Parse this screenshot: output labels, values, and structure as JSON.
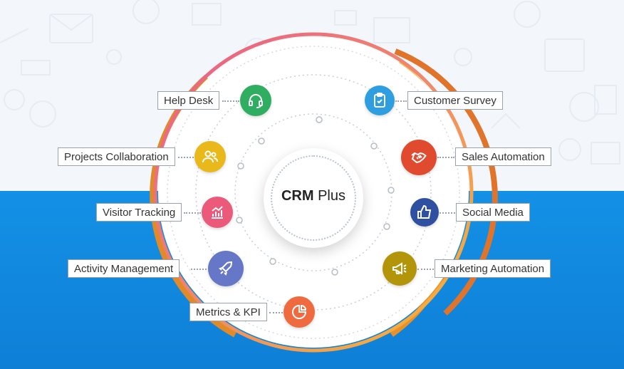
{
  "center": {
    "bold": "CRM",
    "rest": " Plus"
  },
  "nodes": {
    "help_desk": {
      "label": "Help Desk",
      "color": "#2fae62",
      "icon": "headset-icon"
    },
    "projects_collaboration": {
      "label": "Projects Collaboration",
      "color": "#e9b81a",
      "icon": "users-icon"
    },
    "visitor_tracking": {
      "label": "Visitor Tracking",
      "color": "#eb5a7a",
      "icon": "chart-icon"
    },
    "activity_management": {
      "label": "Activity Management",
      "color": "#6677c8",
      "icon": "rocket-icon"
    },
    "metrics_kpi": {
      "label": "Metrics & KPI",
      "color": "#ef6a3f",
      "icon": "pie-icon"
    },
    "customer_survey": {
      "label": "Customer Survey",
      "color": "#2f9ee0",
      "icon": "clipboard-icon"
    },
    "sales_automation": {
      "label": "Sales Automation",
      "color": "#e04b2f",
      "icon": "handshake-icon"
    },
    "social_media": {
      "label": "Social Media",
      "color": "#2f4fa0",
      "icon": "thumbs-up-icon"
    },
    "marketing_automation": {
      "label": "Marketing Automation",
      "color": "#b3950a",
      "icon": "megaphone-icon"
    }
  },
  "colors": {
    "bg_top": "#f3f7fb",
    "bg_bottom": "#1391e6",
    "ring_gradient_start": "#e85a8a",
    "ring_gradient_end": "#f7b82e"
  }
}
